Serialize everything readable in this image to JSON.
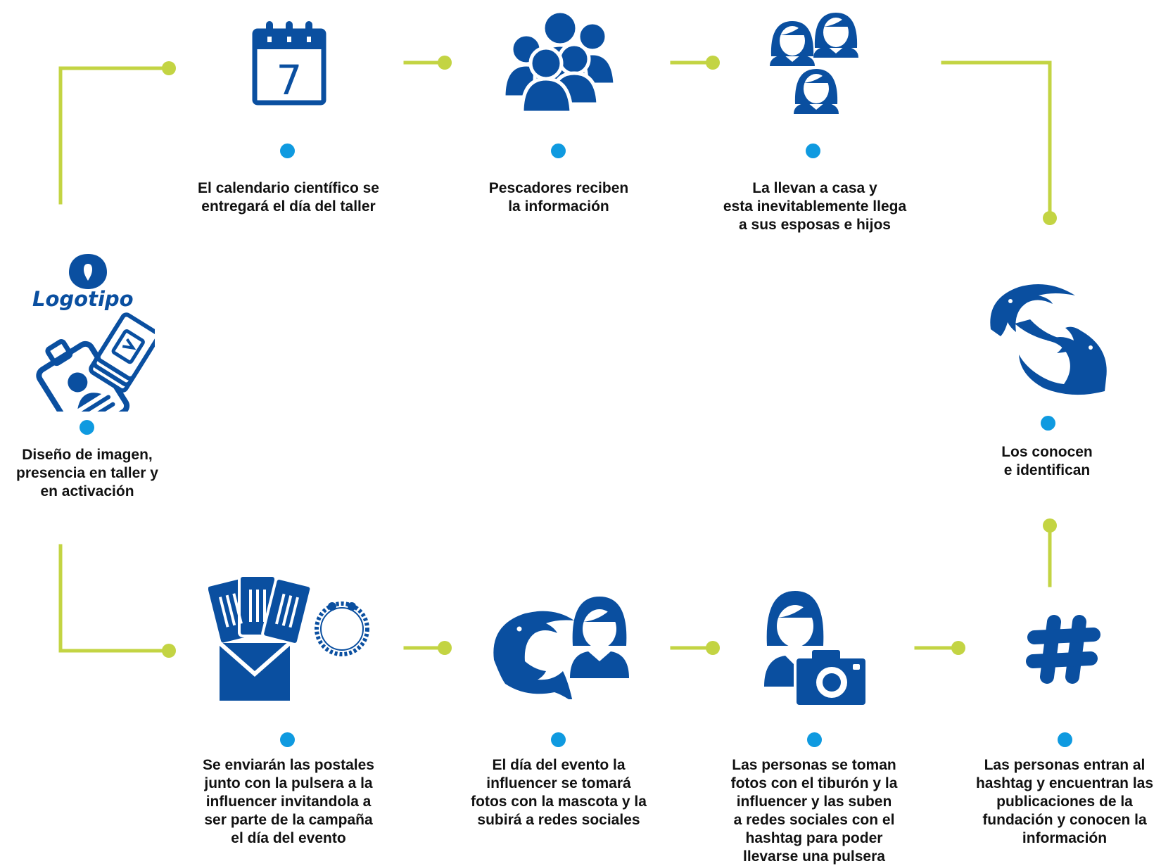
{
  "colors": {
    "accent_blue": "#0a4fa0",
    "dot_blue": "#0f9ae0",
    "connector_green": "#c3d443",
    "text": "#111111"
  },
  "logo": {
    "word": "Logotipo"
  },
  "steps": [
    {
      "id": "design",
      "icon": "logo-badge-cards-icon",
      "lines": [
        "Diseño de imagen,",
        "presencia en taller y",
        "en activación"
      ]
    },
    {
      "id": "calendar",
      "icon": "calendar-icon",
      "calendar_day": "7",
      "lines": [
        "El calendario científico se",
        "entregará el día del taller"
      ]
    },
    {
      "id": "fishermen",
      "icon": "group-people-icon",
      "lines": [
        "Pescadores reciben",
        "la información"
      ]
    },
    {
      "id": "families",
      "icon": "women-family-icon",
      "lines": [
        "La llevan a casa y",
        "esta inevitablemente llega",
        "a sus esposas e hijos"
      ]
    },
    {
      "id": "sharks",
      "icon": "sharks-icon",
      "lines": [
        "Los conocen",
        "e identifican"
      ]
    },
    {
      "id": "hashtag",
      "icon": "hashtag-icon",
      "lines": [
        "Las personas entran al",
        "hashtag y encuentran las",
        "publicaciones de la",
        "fundación y conocen la",
        "información"
      ]
    },
    {
      "id": "photos",
      "icon": "woman-camera-icon",
      "lines": [
        "Las personas se toman",
        "fotos con el tiburón y la",
        "influencer y las suben",
        "a redes sociales con el",
        "hashtag para poder",
        "llevarse una pulsera"
      ]
    },
    {
      "id": "event",
      "icon": "shark-woman-icon",
      "lines": [
        "El día del evento la",
        "influencer se tomará",
        "fotos con la mascota y la",
        "subirá a redes sociales"
      ]
    },
    {
      "id": "postcards",
      "icon": "postcards-bracelet-icon",
      "lines": [
        "Se enviarán las postales",
        "junto con la pulsera a la",
        "influencer invitandola a",
        "ser parte de la campaña",
        "el día del evento"
      ]
    }
  ]
}
